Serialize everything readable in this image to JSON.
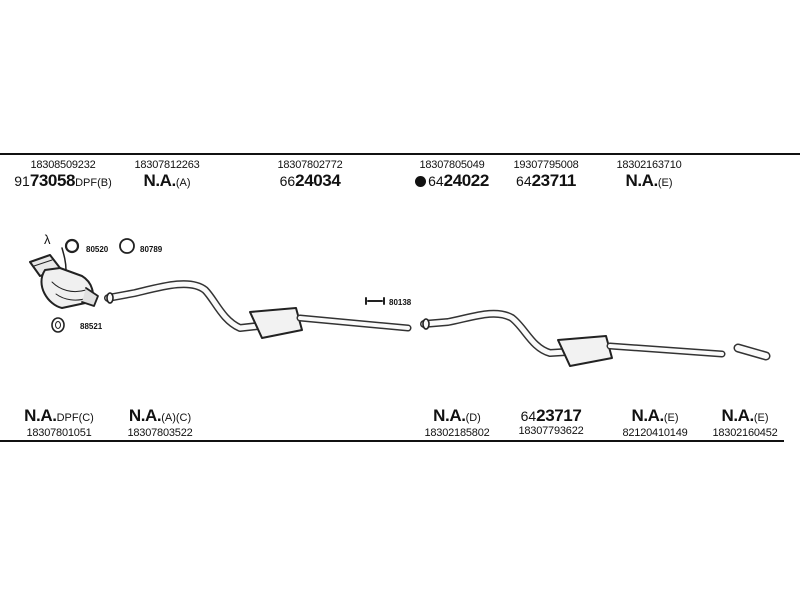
{
  "top_parts": [
    {
      "number": "18308509232",
      "prefix": "91",
      "code": "73058",
      "suffix": "DPF(B)",
      "dot": false
    },
    {
      "number": "18307812263",
      "prefix": "",
      "code": "N.A.",
      "suffix": "(A)",
      "dot": false
    },
    {
      "number": "18307802772",
      "prefix": "66",
      "code": "24034",
      "suffix": "",
      "dot": false
    },
    {
      "number": "18307805049",
      "prefix": "64",
      "code": "24022",
      "suffix": "",
      "dot": true
    },
    {
      "number": "19307795008",
      "prefix": "64",
      "code": "23711",
      "suffix": "",
      "dot": false
    },
    {
      "number": "18302163710",
      "prefix": "",
      "code": "N.A.",
      "suffix": "(E)",
      "dot": false
    }
  ],
  "bottom_parts": [
    {
      "number": "18307801051",
      "prefix": "",
      "code": "N.A.",
      "suffix": "DPF(C)"
    },
    {
      "number": "18307803522",
      "prefix": "",
      "code": "N.A.",
      "suffix": "(A)(C)"
    },
    {
      "number": "18302185802",
      "prefix": "",
      "code": "N.A.",
      "suffix": "(D)"
    },
    {
      "number": "18307793622",
      "prefix": "64",
      "code": "23717",
      "suffix": ""
    },
    {
      "number": "82120410149",
      "prefix": "",
      "code": "N.A.",
      "suffix": "(E)"
    },
    {
      "number": "18302160452",
      "prefix": "",
      "code": "N.A.",
      "suffix": "(E)"
    }
  ],
  "hardware_labels": {
    "lambda": "λ",
    "clamp_1": "80520",
    "clamp_2": "80789",
    "gasket": "88521",
    "bracket": "80138"
  }
}
